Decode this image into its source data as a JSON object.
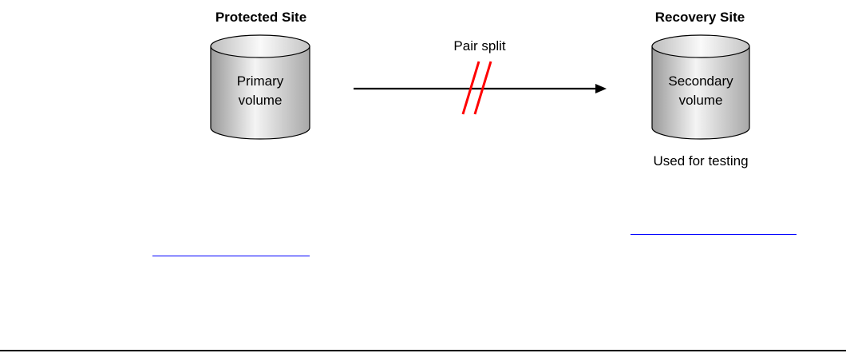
{
  "protected_site": {
    "title": "Protected Site",
    "volume_line1": "Primary",
    "volume_line2": "volume"
  },
  "recovery_site": {
    "title": "Recovery Site",
    "volume_line1": "Secondary",
    "volume_line2": "volume",
    "note": "Used for testing"
  },
  "connection": {
    "label": "Pair split"
  },
  "colors": {
    "split_marks": "#ff0000",
    "arrow": "#000000",
    "cylinder_fill": "#d9d9d9",
    "link": "#0000ff"
  }
}
